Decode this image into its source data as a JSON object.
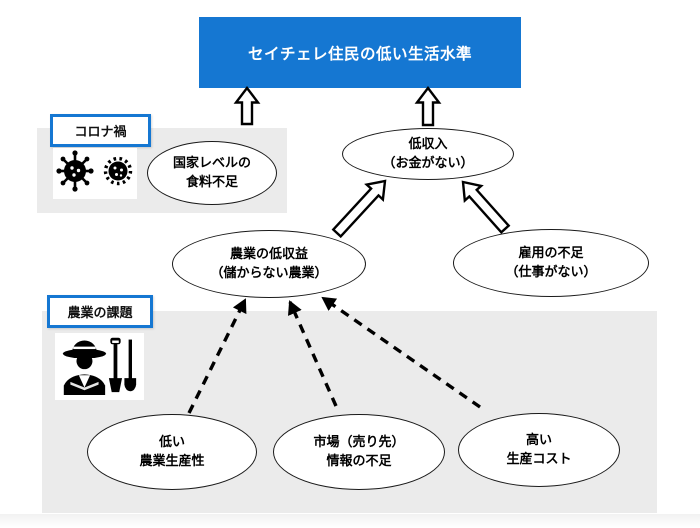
{
  "diagram": {
    "type": "problem-tree",
    "title": {
      "text": "セイチェレ住民の低い生活水準"
    },
    "groups": {
      "corona": {
        "label": "コロナ禍",
        "icons": [
          "coronavirus-icon",
          "coronavirus-icon-2"
        ]
      },
      "agriculture": {
        "label": "農業の課題",
        "icons": [
          "farmer-with-tools-icon"
        ]
      }
    },
    "nodes": {
      "food_shortage": {
        "line1": "国家レベルの",
        "line2": "食料不足",
        "group": "corona"
      },
      "low_income": {
        "line1": "低収入",
        "line2": "（お金がない）"
      },
      "farm_low_profit": {
        "line1": "農業の低収益",
        "line2": "（儲からない農業）"
      },
      "employment_shortage": {
        "line1": "雇用の不足",
        "line2": "（仕事がない）"
      },
      "low_productivity": {
        "line1": "低い",
        "line2": "農業生産性",
        "group": "agriculture"
      },
      "market_info_shortage": {
        "line1": "市場（売り先）",
        "line2": "情報の不足",
        "group": "agriculture"
      },
      "high_production_cost": {
        "line1": "高い",
        "line2": "生産コスト",
        "group": "agriculture"
      }
    },
    "edges": [
      {
        "from": "food_shortage",
        "to": "title",
        "style": "block-arrow"
      },
      {
        "from": "low_income",
        "to": "title",
        "style": "block-arrow"
      },
      {
        "from": "farm_low_profit",
        "to": "low_income",
        "style": "block-arrow"
      },
      {
        "from": "employment_shortage",
        "to": "low_income",
        "style": "block-arrow"
      },
      {
        "from": "low_productivity",
        "to": "farm_low_profit",
        "style": "dashed-arrow"
      },
      {
        "from": "market_info_shortage",
        "to": "farm_low_profit",
        "style": "dashed-arrow"
      },
      {
        "from": "high_production_cost",
        "to": "farm_low_profit",
        "style": "dashed-arrow"
      }
    ],
    "colors": {
      "accent_blue": "#1577d2",
      "panel_gray": "#ebebeb",
      "title_text": "#ffffff",
      "node_border": "#1a1a1a",
      "arrow_black": "#000000"
    }
  }
}
